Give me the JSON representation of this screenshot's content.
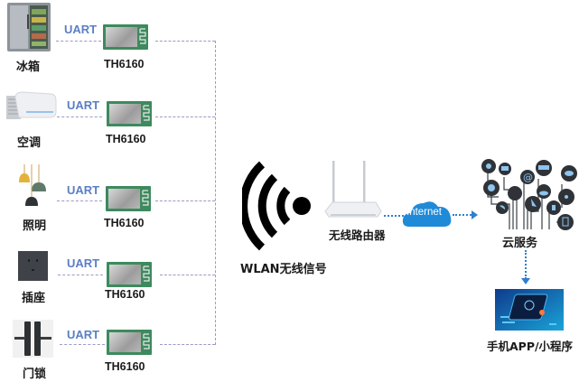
{
  "devices": [
    {
      "name": "冰箱",
      "icon": "refrigerator-icon",
      "interface": "UART",
      "module": "TH6160"
    },
    {
      "name": "空调",
      "icon": "air-conditioner-icon",
      "interface": "UART",
      "module": "TH6160"
    },
    {
      "name": "照明",
      "icon": "lamp-icon",
      "interface": "UART",
      "module": "TH6160"
    },
    {
      "name": "插座",
      "icon": "socket-icon",
      "interface": "UART",
      "module": "TH6160"
    },
    {
      "name": "门锁",
      "icon": "door-lock-icon",
      "interface": "UART",
      "module": "TH6160"
    }
  ],
  "wlan": {
    "label": "WLAN无线信号",
    "icon": "wifi-signal-icon"
  },
  "router": {
    "label": "无线路由器",
    "icon": "router-icon"
  },
  "internet": {
    "label": "Internet",
    "icon": "cloud-icon"
  },
  "cloud_service": {
    "label": "云服务",
    "icon": "cloud-services-icon"
  },
  "app": {
    "label": "手机APP/小程序",
    "icon": "smartphone-icon"
  },
  "colors": {
    "uart": "#5b7fc4",
    "connector": "#9a9ac8",
    "arrow": "#2f7fd0",
    "cloud": "#1f8ad8",
    "module_pcb": "#3d8a5e"
  }
}
